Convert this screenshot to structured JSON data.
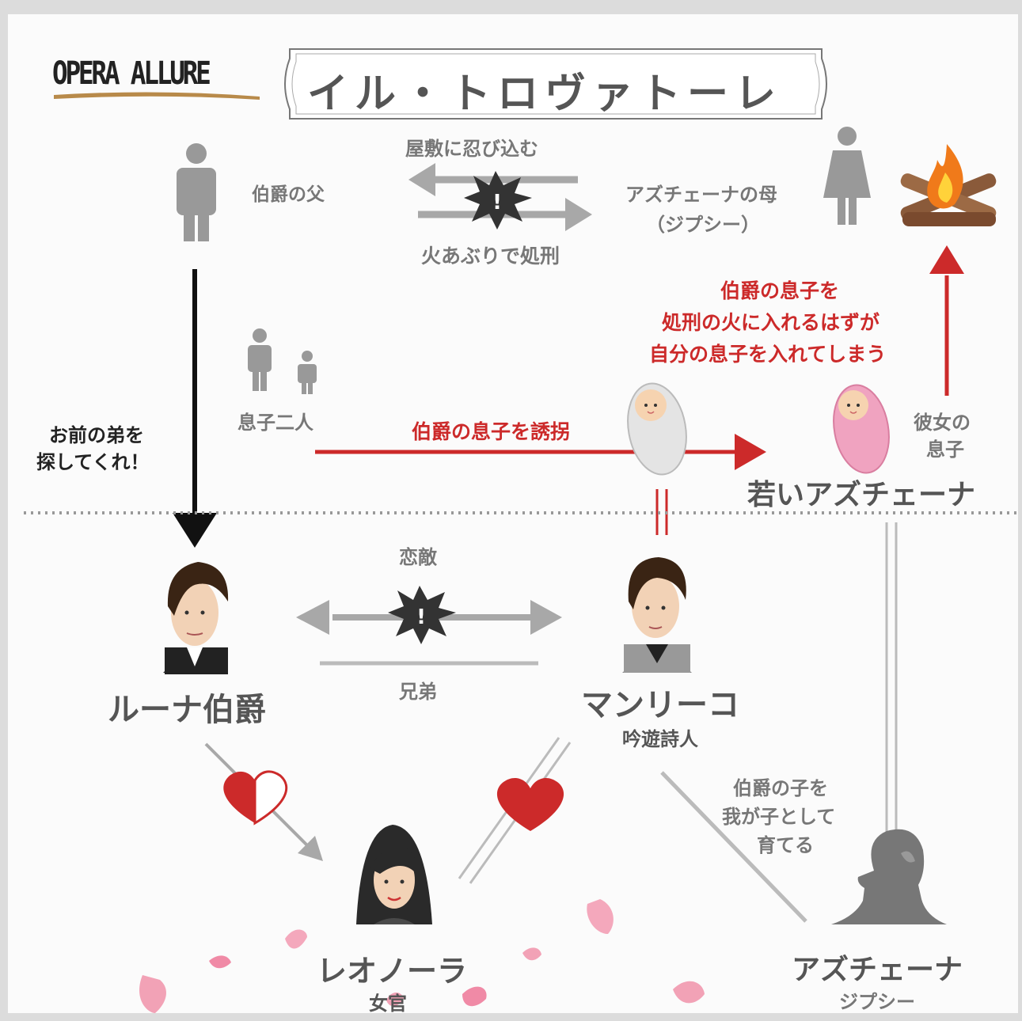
{
  "header": {
    "brand": "OPERA ALLURE",
    "title": "イル・トロヴァトーレ"
  },
  "top": {
    "count_father": "伯爵の父",
    "gypsy_mother_line1": "アズチェーナの母",
    "gypsy_mother_line2": "（ジプシー）",
    "sneak_in": "屋敷に忍び込む",
    "burned": "火あぶりで処刑",
    "two_sons": "息子二人",
    "kidnap": "伯爵の息子を誘拐",
    "find_brother_line1": "お前の弟を",
    "find_brother_line2": "探してくれ！",
    "mistake_line1": "伯爵の息子を",
    "mistake_line2": "処刑の火に入れるはずが",
    "mistake_line3": "自分の息子を入れてしまう",
    "her_son_line1": "彼女の",
    "her_son_line2": "息子",
    "young_azucena": "若いアズチェーナ"
  },
  "bottom": {
    "rival": "恋敵",
    "brothers": "兄弟",
    "luna": "ルーナ伯爵",
    "manrico": "マンリーコ",
    "manrico_role": "吟遊詩人",
    "raised_line1": "伯爵の子を",
    "raised_line2": "我が子として",
    "raised_line3": "育てる",
    "leonora": "レオノーラ",
    "leonora_role": "女官",
    "azucena": "アズチェーナ",
    "azucena_role": "ジプシー"
  },
  "colors": {
    "red": "#cc2a2a",
    "grey_arrow": "#a8a8a8",
    "text_grey": "#777777",
    "black_arrow": "#111111"
  }
}
